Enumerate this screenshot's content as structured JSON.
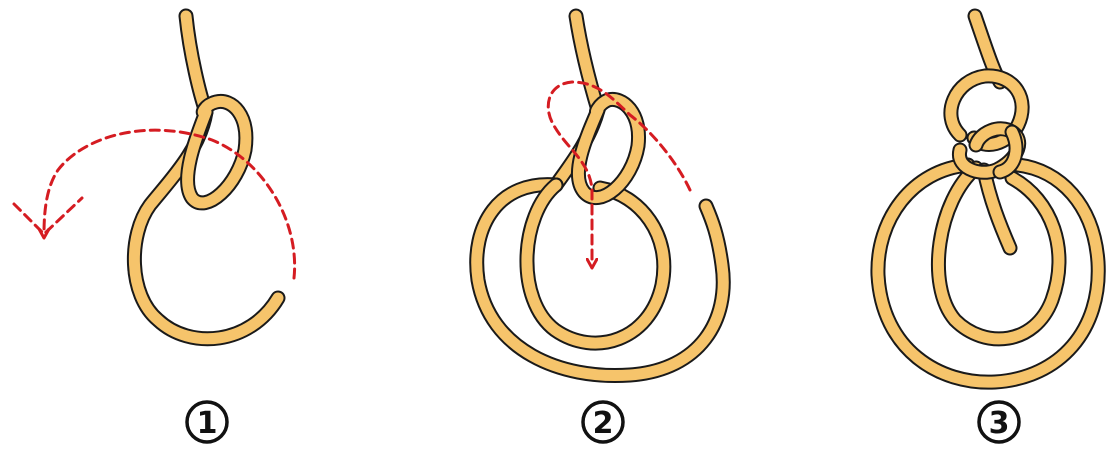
{
  "colors": {
    "background": "#ffffff",
    "rope_fill": "#f6c46b",
    "rope_outline": "#1a1a1a",
    "arrow": "#d51c22",
    "badge_stroke": "#111111",
    "badge_text": "#111111"
  },
  "steps": [
    {
      "number": "1"
    },
    {
      "number": "2"
    },
    {
      "number": "3"
    }
  ]
}
